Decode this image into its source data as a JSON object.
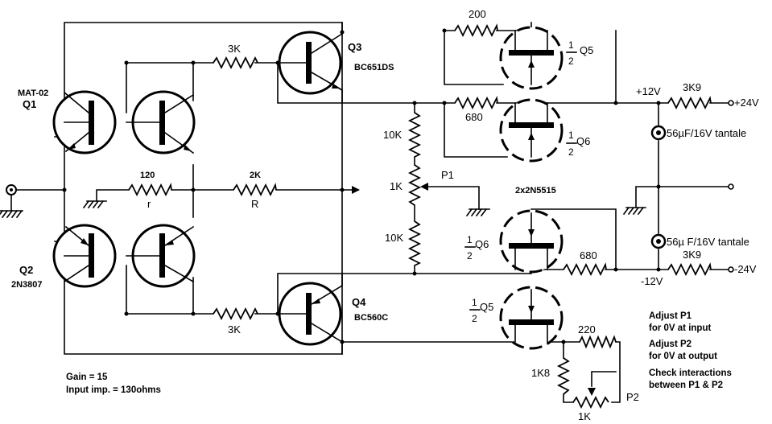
{
  "components": {
    "mat02": "MAT-02",
    "q1": "Q1",
    "q2": "Q2",
    "q2_type": "2N3807",
    "q3": "Q3",
    "q3_type": "BC651DS",
    "q4": "Q4",
    "q4_type": "BC560C",
    "q5_top_num": "1",
    "q5_top_den": "2",
    "q5_top_ref": "Q5",
    "q6_top_num": "1",
    "q6_top_den": "2",
    "q6_top_ref": "Q6",
    "q6_bot_num": "1",
    "q6_bot_den": "2",
    "q6_bot_ref": "Q6",
    "q5_bot_num": "1",
    "q5_bot_den": "2",
    "q5_bot_ref": "Q5",
    "jfet_pair": "2x2N5515"
  },
  "resistors": {
    "r_3k_top": "3K",
    "r_3k_bot": "3K",
    "r_120": "120",
    "r_small": "r",
    "r_2k": "2K",
    "r_big": "R",
    "r_200": "200",
    "r_680_top": "680",
    "r_680_bot": "680",
    "r_220": "220",
    "r_10k_top": "10K",
    "r_1k_p1": "1K",
    "r_10k_bot": "10K",
    "p1": "P1",
    "r_1k8": "1K8",
    "r_1k_p2": "1K",
    "p2": "P2",
    "r_3k9_top": "3K9",
    "r_3k9_bot": "3K9"
  },
  "supply": {
    "plus12": "+12V",
    "plus24": "+24V",
    "minus12": "-12V",
    "minus24": "-24V",
    "cap_top": "56µF/16V tantale",
    "cap_bot": "56µ F/16V tantale"
  },
  "notes": {
    "gain": "Gain = 15",
    "input_imp": "Input imp. = 130ohms",
    "adj1a": "Adjust P1",
    "adj1b": "for 0V at input",
    "adj2a": "Adjust P2",
    "adj2b": "for 0V at output",
    "check_a": "Check interactions",
    "check_b": "between P1 & P2"
  }
}
